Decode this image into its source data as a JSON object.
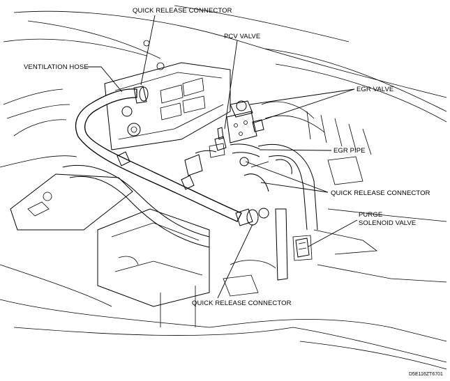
{
  "labels": {
    "quick_release_top": "QUICK RELEASE CONNECTOR",
    "pcv_valve": "PCV VALVE",
    "ventilation_hose": "VENTILATION HOSE",
    "egr_valve": "EGR VALVE",
    "egr_pipe": "EGR PIPE",
    "quick_release_mid": "QUICK RELEASE CONNECTOR",
    "purge_line1": "PURGE",
    "purge_line2": "SOLENOID VALVE",
    "quick_release_bottom": "QUICK RELEASE CONNECTOR"
  },
  "figure_code": "D5E116ZT6701"
}
